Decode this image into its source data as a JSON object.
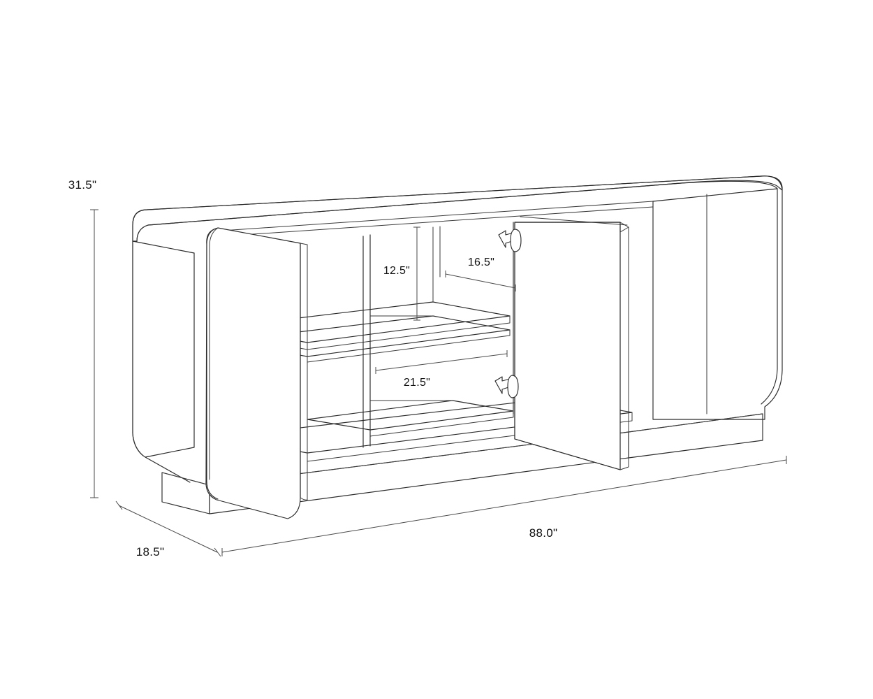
{
  "drawing": {
    "type": "technical-line-drawing",
    "subject": "sideboard-credenza-with-open-doors",
    "projection": "isometric",
    "background_color": "#ffffff",
    "line_color": "#2b2b2b",
    "dimension_line_color": "#4a4a4a",
    "text_color": "#111111",
    "unit_symbol": "\""
  },
  "dimensions": {
    "height": {
      "label": "31.5\"",
      "value": 31.5,
      "unit": "in",
      "kind": "overall-height",
      "orientation": "vertical",
      "position": "left"
    },
    "width": {
      "label": "88.0\"",
      "value": 88.0,
      "unit": "in",
      "kind": "overall-width",
      "orientation": "diagonal-front",
      "position": "bottom-right"
    },
    "depth": {
      "label": "18.5\"",
      "value": 18.5,
      "unit": "in",
      "kind": "overall-depth",
      "orientation": "diagonal-side",
      "position": "bottom-left"
    },
    "interior_upper_height": {
      "label": "12.5\"",
      "value": 12.5,
      "unit": "in",
      "kind": "interior-compartment-height",
      "orientation": "vertical",
      "position": "interior-upper-left"
    },
    "interior_upper_width": {
      "label": "16.5\"",
      "value": 16.5,
      "unit": "in",
      "kind": "interior-compartment-width",
      "orientation": "horizontal",
      "position": "interior-upper-right"
    },
    "interior_lower_width": {
      "label": "21.5\"",
      "value": 21.5,
      "unit": "in",
      "kind": "interior-compartment-width",
      "orientation": "horizontal",
      "position": "interior-lower"
    }
  },
  "dimension_list": [
    {
      "label": "31.5\"",
      "name": "overall-height"
    },
    {
      "label": "12.5\"",
      "name": "interior-upper-height"
    },
    {
      "label": "16.5\"",
      "name": "interior-upper-width"
    },
    {
      "label": "21.5\"",
      "name": "interior-lower-width"
    },
    {
      "label": "18.5\"",
      "name": "overall-depth"
    },
    {
      "label": "88.0\"",
      "name": "overall-width"
    }
  ],
  "parts": {
    "carcass": "cabinet-body",
    "top_panel": "rounded-top-surface",
    "left_side_panel": "left-side-panel",
    "right_side_panel": "right-side-panel",
    "plinth": "recessed-base-plinth",
    "left_door": "left-door-open",
    "right_door": "right-door-open",
    "closed_doors": "right-pair-closed-doors",
    "shelves": "interior-shelves",
    "dividers": "vertical-dividers",
    "hinges": [
      "upper-hinge",
      "lower-hinge"
    ]
  }
}
